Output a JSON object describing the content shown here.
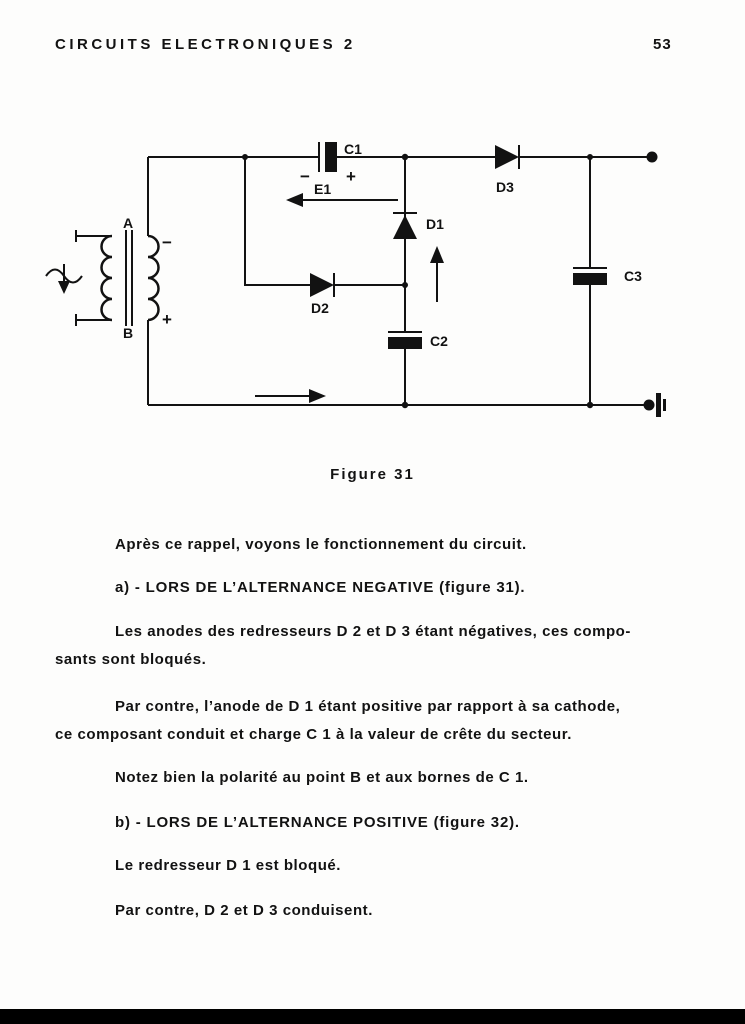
{
  "header": {
    "title": "CIRCUITS ELECTRONIQUES 2",
    "page_number": "53"
  },
  "figure": {
    "caption": "Figure 31",
    "labels": {
      "terminal_a": "A",
      "terminal_b": "B",
      "secondary_minus": "−",
      "secondary_plus": "+",
      "c1": "C1",
      "c1_minus": "−",
      "c1_plus": "+",
      "e1": "E1",
      "d1": "D1",
      "d2": "D2",
      "d3": "D3",
      "c2": "C2",
      "c3": "C3"
    }
  },
  "body": {
    "intro": "Après ce rappel, voyons le fonctionnement du circuit.",
    "section_a_heading": "a) - LORS DE L’ALTERNANCE NEGATIVE (figure 31).",
    "para_a1_line1": "Les anodes des redresseurs D 2 et D 3 étant négatives, ces compo-",
    "para_a1_line2": "sants sont bloqués.",
    "para_a2_line1": "Par contre, l’anode de D 1 étant positive par rapport à sa cathode,",
    "para_a2_line2": "ce composant conduit et charge C 1 à la valeur de crête du secteur.",
    "para_a3": "Notez bien la polarité au point B et aux bornes de C 1.",
    "section_b_heading": "b) - LORS DE L’ALTERNANCE POSITIVE (figure 32).",
    "para_b1": "Le redresseur D 1 est bloqué.",
    "para_b2": "Par contre, D 2 et D 3 conduisent."
  }
}
